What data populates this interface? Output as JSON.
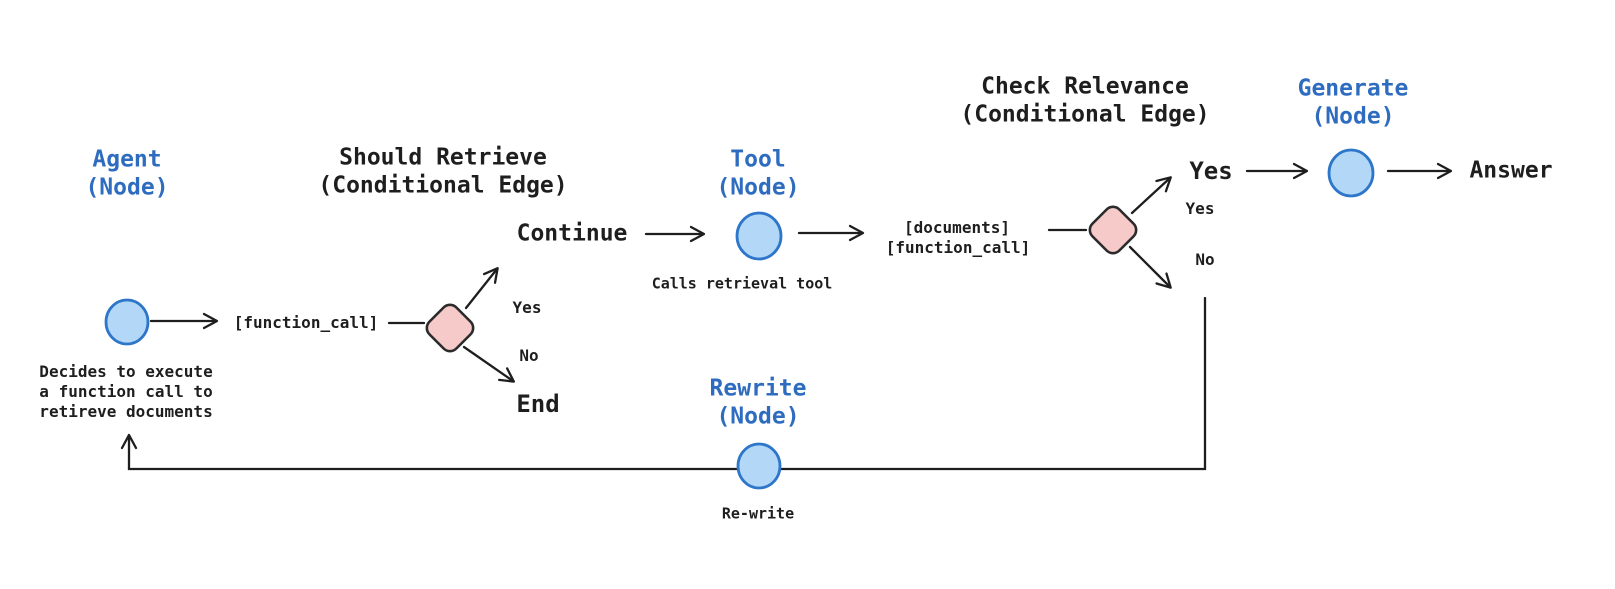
{
  "nodes": {
    "agent": {
      "label_line1": "Agent",
      "label_line2": "(Node)",
      "caption_line1": "Decides to execute",
      "caption_line2": "a function call to",
      "caption_line3": "retireve documents"
    },
    "tool": {
      "label_line1": "Tool",
      "label_line2": "(Node)",
      "caption": "Calls retrieval tool"
    },
    "generate": {
      "label_line1": "Generate",
      "label_line2": "(Node)"
    },
    "rewrite": {
      "label_line1": "Rewrite",
      "label_line2": "(Node)",
      "caption": "Re-write"
    }
  },
  "conditional_edges": {
    "should_retrieve": {
      "title_line1": "Should Retrieve",
      "title_line2": "(Conditional Edge)",
      "input_label": "[function_call]",
      "yes_label": "Yes",
      "no_label": "No",
      "yes_target": "Continue",
      "no_target": "End"
    },
    "check_relevance": {
      "title_line1": "Check Relevance",
      "title_line2": "(Conditional Edge)",
      "input_line1": "[documents]",
      "input_line2": "[function_call]",
      "yes_label": "Yes",
      "no_label": "No",
      "yes_target": "Yes",
      "answer_label": "Answer"
    }
  },
  "colors": {
    "background": "#ffffff",
    "node_fill": "#b3d7f6",
    "node_stroke": "#2d76c9",
    "diamond_fill": "#f7caca",
    "diamond_stroke": "#2b2b2b",
    "edge_line": "#1e1e1e",
    "blue_text": "#2e6cc0",
    "dark_text": "#1e1e1e"
  }
}
